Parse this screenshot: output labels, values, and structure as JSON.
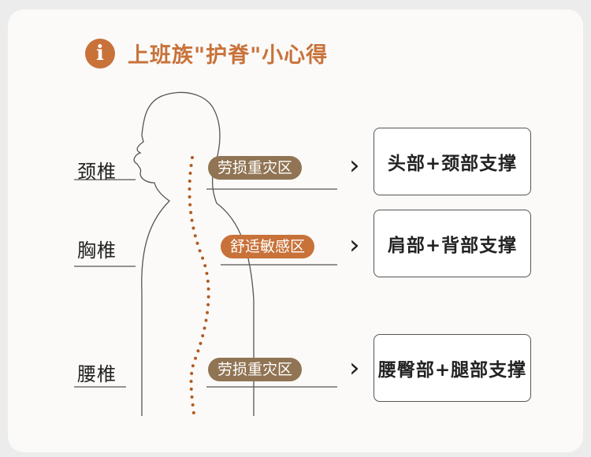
{
  "header": {
    "icon_glyph": "i",
    "icon_name": "info-icon",
    "title": "上班族\"护脊\"小心得"
  },
  "colors": {
    "accent_orange": "#c8723a",
    "accent_brown": "#907453"
  },
  "rows": [
    {
      "region": "颈椎",
      "status": "劳损重灾区",
      "status_color": "brown",
      "support": "头部+颈部支撑"
    },
    {
      "region": "胸椎",
      "status": "舒适敏感区",
      "status_color": "orange",
      "support": "肩部+背部支撑"
    },
    {
      "region": "腰椎",
      "status": "劳损重灾区",
      "status_color": "brown",
      "support": "腰臀部+腿部支撑"
    }
  ]
}
